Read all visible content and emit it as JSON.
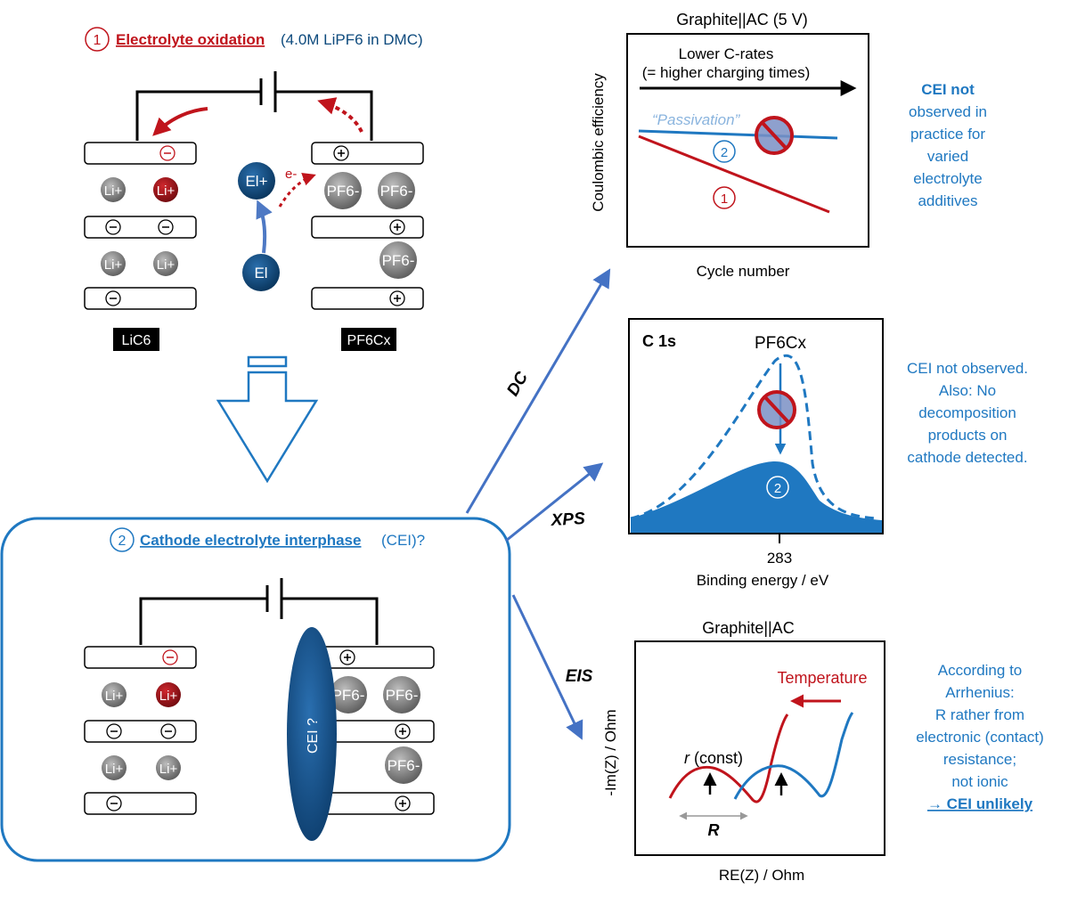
{
  "top_scheme": {
    "step_number": "1",
    "title": "Electrolyte oxidation",
    "subtitle": "(4.0M LiPF6 in DMC)",
    "anode_label": "LiC6",
    "cathode_label": "PF6Cx",
    "electrolyte": "El",
    "electrolyte_ion": "El+",
    "electron": "e-",
    "li_ion": "Li+",
    "pf6_ion": "PF6-"
  },
  "bottom_scheme": {
    "step_number": "2",
    "title": "Cathode electrolyte interphase",
    "subtitle": "(CEI)?",
    "cei_label": "CEI ?",
    "li_ion": "Li+",
    "pf6_ion": "PF6-"
  },
  "methods": {
    "dc": "DC",
    "xps": "XPS",
    "eis": "EIS"
  },
  "panels": {
    "dc": {
      "title": "Graphite||AC  (5 V)",
      "xlabel": "Cycle number",
      "ylabel": "Coulombic efficiency",
      "arrow_label_line1": "Lower C-rates",
      "arrow_label_line2": "(= higher charging times)",
      "passivation": "“Passivation”",
      "mark1": "1",
      "mark2": "2"
    },
    "xps": {
      "label": "C 1s",
      "peak_label": "PF6Cx",
      "tick": "283",
      "xlabel": "Binding energy / eV",
      "mark2": "2"
    },
    "eis": {
      "title": "Graphite||AC",
      "xlabel": "RE(Z) / Ohm",
      "ylabel": "-Im(Z) / Ohm",
      "temperature": "Temperature",
      "r_label": "r (const)",
      "R_label": "R"
    }
  },
  "notes": {
    "dc": [
      "CEI not",
      "observed in",
      "practice for",
      "varied",
      "electrolyte",
      "additives"
    ],
    "xps": [
      "CEI not observed.",
      "Also: No",
      "decomposition",
      "products on",
      "cathode detected."
    ],
    "eis": [
      "According to",
      "Arrhenius:",
      "R rather from",
      "electronic (contact)",
      "resistance;",
      "not ionic",
      "→ CEI unlikely"
    ]
  },
  "colors": {
    "red": "#c0141c",
    "blue": "#1f78c1",
    "dark_blue": "#0d4a7d",
    "gray": "#7f7f7f"
  }
}
